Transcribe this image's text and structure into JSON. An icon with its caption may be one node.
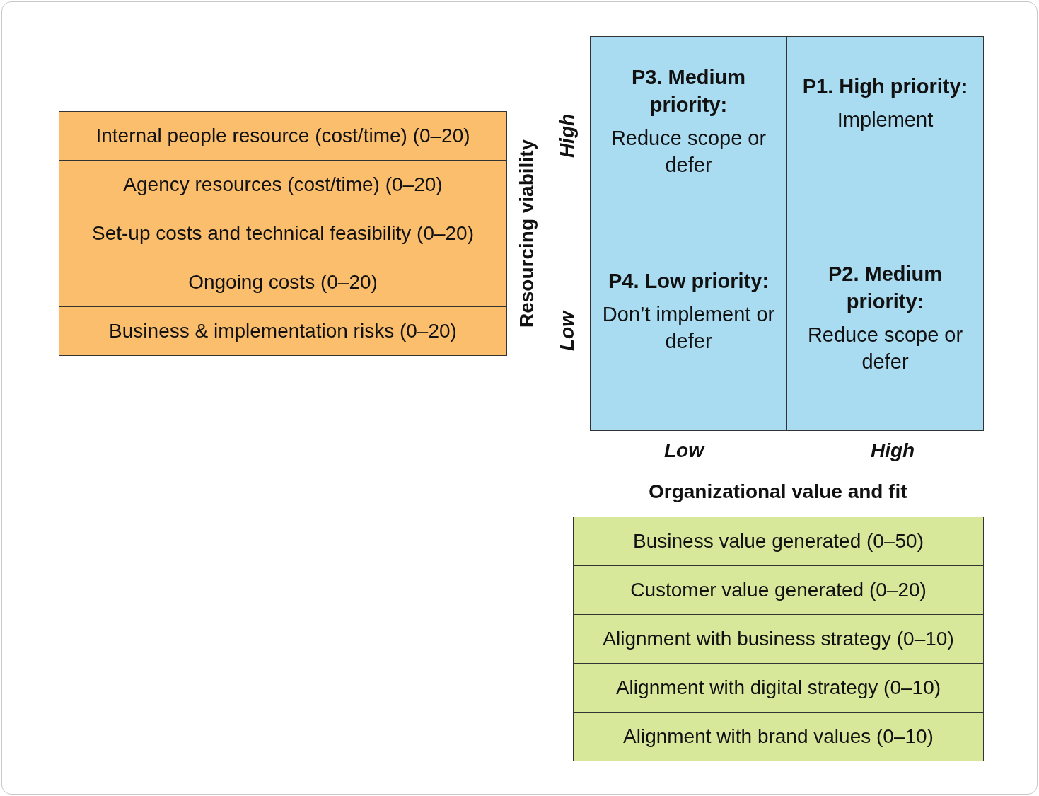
{
  "diagram": {
    "nodes": [
      {
        "text": [
          "Internal people resource (cost/time) (0–20)"
        ]
      },
      {
        "text": [
          "Agency resources (cost/time) (0–20)"
        ]
      },
      {
        "text": [
          "Set-up costs and technical feasibility (0–20)"
        ]
      },
      {
        "text": [
          "Ongoing costs (0–20)"
        ]
      },
      {
        "text": [
          "Business & implementation risks (0–20)"
        ]
      },
      {
        "text": [
          "P3. Medium priority:",
          "Reduce scope or defer"
        ]
      },
      {
        "text": [
          "P1. High priority:",
          "Implement"
        ]
      },
      {
        "text": [
          "P4. Low priority:",
          "Don’t implement or defer"
        ]
      },
      {
        "text": [
          "P2. Medium priority:",
          "Reduce scope or defer"
        ]
      },
      {
        "text": [
          "Business value generated (0–50)"
        ]
      },
      {
        "text": [
          "Customer value generated (0–20)"
        ]
      },
      {
        "text": [
          "Alignment with business strategy (0–10)"
        ]
      },
      {
        "text": [
          "Alignment with digital strategy (0–10)"
        ]
      },
      {
        "text": [
          "Alignment with brand values (0–10)"
        ]
      }
    ],
    "edges": [],
    "labels": [
      "Resourcing viability",
      "High",
      "Low",
      "Low",
      "High",
      "Organizational value and fit"
    ]
  }
}
